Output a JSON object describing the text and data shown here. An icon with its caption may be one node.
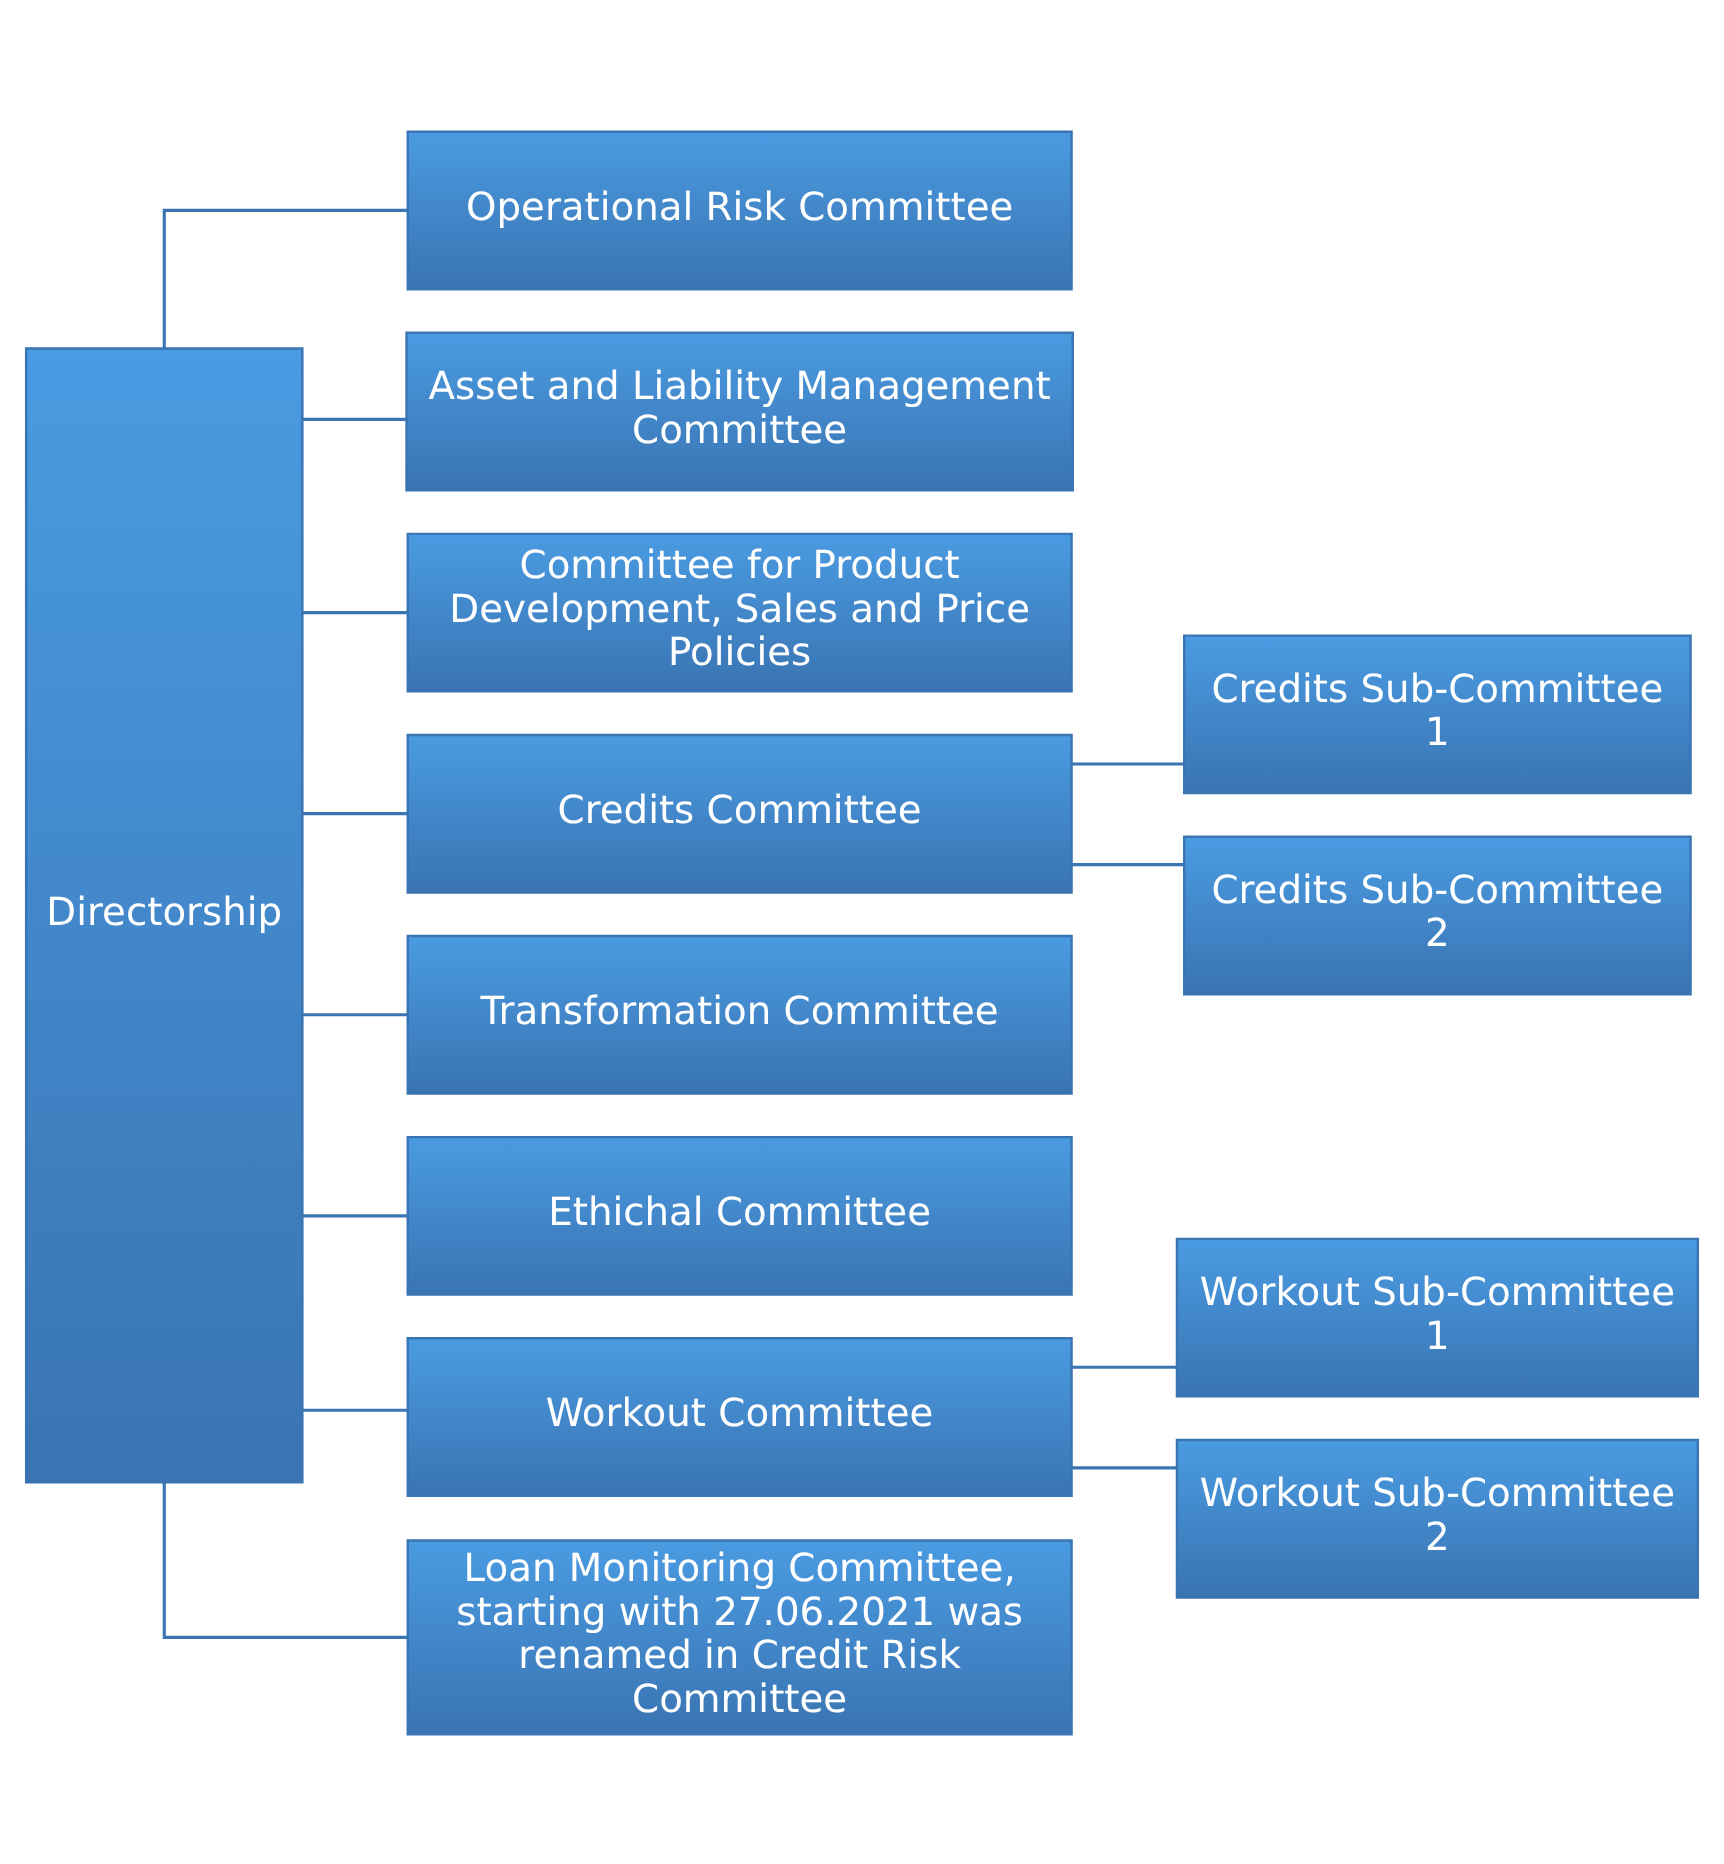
{
  "diagram": {
    "nodes": [
      {
        "text": [
          "Directorship"
        ]
      },
      {
        "text": [
          "Operational Risk Committee"
        ]
      },
      {
        "text": [
          "Asset and Liability Management Committee"
        ]
      },
      {
        "text": [
          "Committee for Product Development, Sales and Price Policies"
        ]
      },
      {
        "text": [
          "Credits Committee"
        ]
      },
      {
        "text": [
          "Transformation Committee"
        ]
      },
      {
        "text": [
          "Ethichal Committee"
        ]
      },
      {
        "text": [
          "Workout Committee"
        ]
      },
      {
        "text": [
          "Loan Monitoring Committee, starting with 27.06.2021 was renamed in Credit Risk Committee"
        ]
      },
      {
        "text": [
          "Credits Sub-Committee 1"
        ]
      },
      {
        "text": [
          "Credits Sub-Committee 2"
        ]
      },
      {
        "text": [
          "Workout Sub-Committee 1"
        ]
      },
      {
        "text": [
          "Workout Sub-Committee 2"
        ]
      }
    ],
    "edges": [
      {
        "from": 0,
        "to": 1,
        "arrow": "none"
      },
      {
        "from": 0,
        "to": 2,
        "arrow": "none"
      },
      {
        "from": 0,
        "to": 3,
        "arrow": "none"
      },
      {
        "from": 0,
        "to": 4,
        "arrow": "none"
      },
      {
        "from": 0,
        "to": 5,
        "arrow": "none"
      },
      {
        "from": 0,
        "to": 6,
        "arrow": "none"
      },
      {
        "from": 0,
        "to": 7,
        "arrow": "none"
      },
      {
        "from": 0,
        "to": 8,
        "arrow": "none"
      },
      {
        "from": 4,
        "to": 9,
        "arrow": "none"
      },
      {
        "from": 4,
        "to": 10,
        "arrow": "none"
      },
      {
        "from": 7,
        "to": 11,
        "arrow": "none"
      },
      {
        "from": 7,
        "to": 12,
        "arrow": "none"
      }
    ]
  }
}
